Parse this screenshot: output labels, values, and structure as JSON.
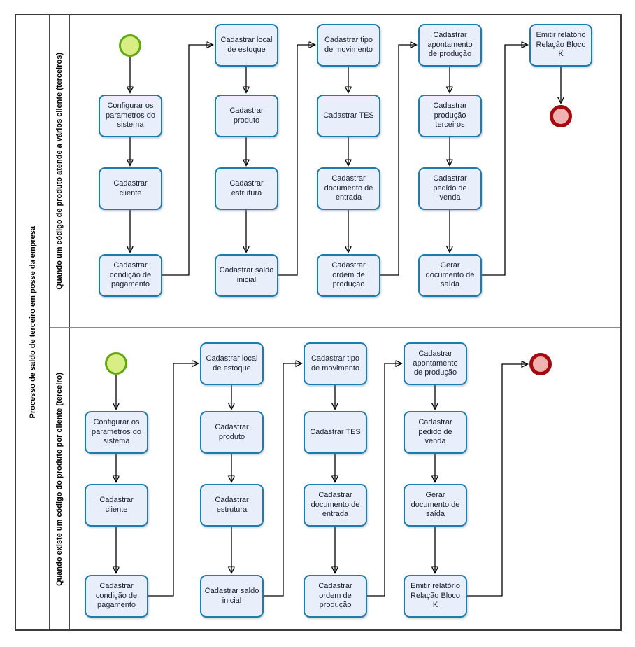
{
  "pool": {
    "label": "Processo de saldo de terceiro em posse da empresa",
    "lanes": [
      {
        "label": "Quando um código de produto atende a vários cliente (terceiros)",
        "start_event": "start",
        "end_event": "end",
        "tasks": [
          {
            "label": "Configurar os parametros do sistema"
          },
          {
            "label": "Cadastrar cliente"
          },
          {
            "label": "Cadastrar condição de pagamento"
          },
          {
            "label": "Cadastrar local de estoque"
          },
          {
            "label": "Cadastrar produto"
          },
          {
            "label": "Cadastrar estrutura"
          },
          {
            "label": "Cadastrar saldo inicial"
          },
          {
            "label": "Cadastrar tipo de movimento"
          },
          {
            "label": "Cadastrar TES"
          },
          {
            "label": "Cadastrar documento de entrada"
          },
          {
            "label": "Cadastrar ordem de produção"
          },
          {
            "label": "Cadastrar apontamento de produção"
          },
          {
            "label": "Cadastrar produção terceiros"
          },
          {
            "label": "Cadastrar pedido de venda"
          },
          {
            "label": "Gerar documento de saída"
          },
          {
            "label": "Emitir relatório Relação Bloco K"
          }
        ]
      },
      {
        "label": "Quando existe um código do produto por cliente (terceiro)",
        "start_event": "start",
        "end_event": "end",
        "tasks": [
          {
            "label": "Configurar os parametros do sistema"
          },
          {
            "label": "Cadastrar cliente"
          },
          {
            "label": "Cadastrar condição de pagamento"
          },
          {
            "label": "Cadastrar local de estoque"
          },
          {
            "label": "Cadastrar produto"
          },
          {
            "label": "Cadastrar estrutura"
          },
          {
            "label": "Cadastrar saldo inicial"
          },
          {
            "label": "Cadastrar tipo de movimento"
          },
          {
            "label": "Cadastrar TES"
          },
          {
            "label": "Cadastrar documento de entrada"
          },
          {
            "label": "Cadastrar ordem de produção"
          },
          {
            "label": "Cadastrar apontamento de produção"
          },
          {
            "label": "Cadastrar pedido de venda"
          },
          {
            "label": "Gerar documento de saída"
          },
          {
            "label": "Emitir relatório Relação Bloco K"
          }
        ]
      }
    ]
  },
  "colors": {
    "task_fill": "#e8eefa",
    "task_border": "#1e7cab",
    "start_fill": "#d8ee85",
    "start_border": "#62a714",
    "end_fill": "#efb2b0",
    "end_border": "#a30b10",
    "connector": "#000000",
    "lane_divider": "#8a8a8a",
    "pool_border": "#3c3c3c"
  }
}
